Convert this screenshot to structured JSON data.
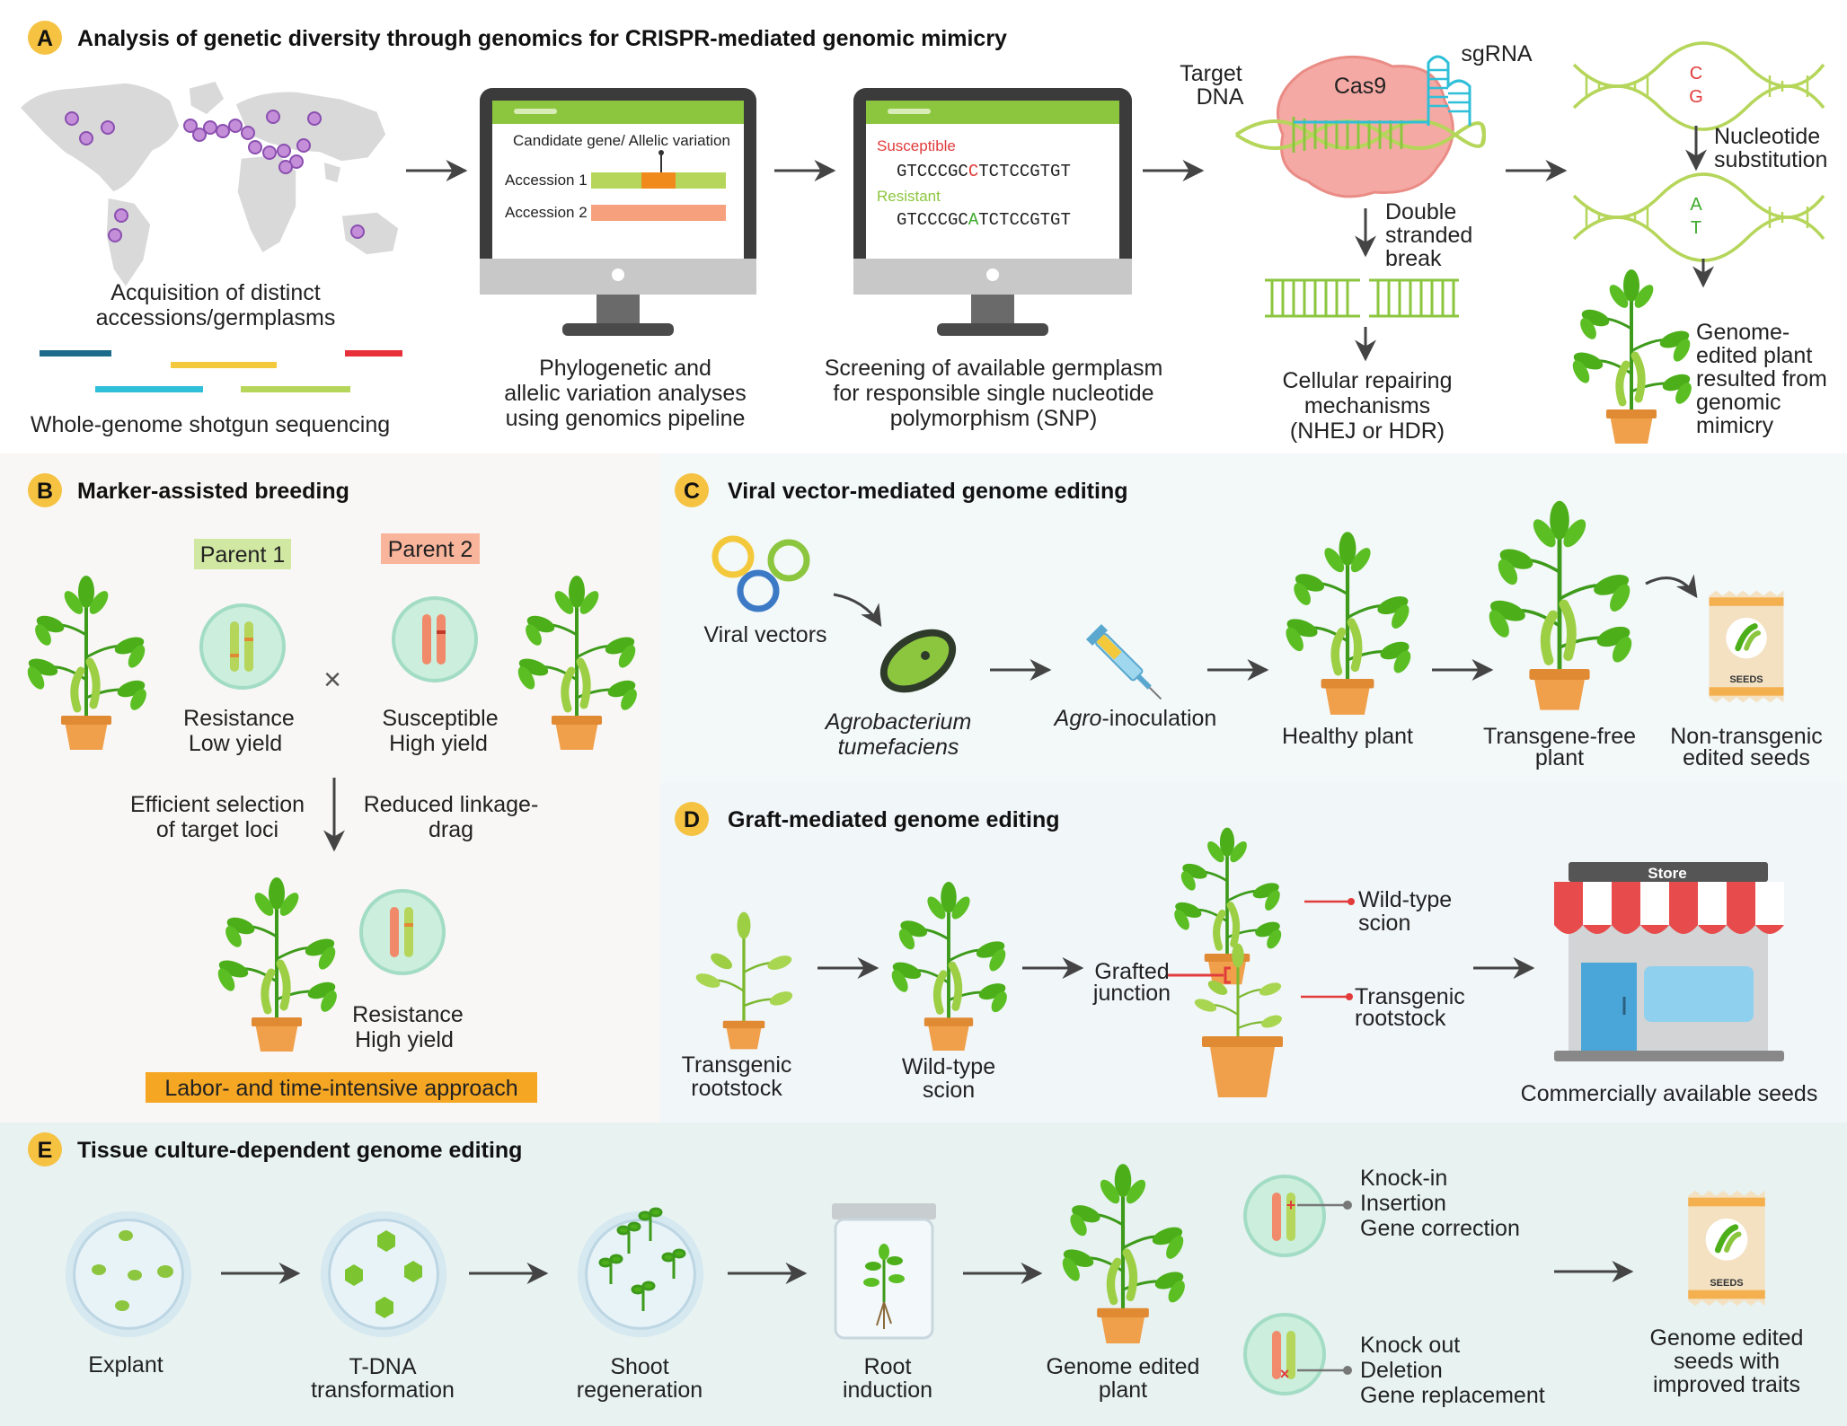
{
  "panels": {
    "a": {
      "badge": "A",
      "title": "Analysis of genetic diversity through genomics for CRISPR-mediated genomic mimicry",
      "accessions_label_1": "Acquisition of distinct",
      "accessions_label_2": "accessions/germplasms",
      "wgs_label": "Whole-genome shotgun sequencing",
      "screen1": {
        "header": "Candidate gene/ Allelic variation",
        "acc1": "Accession 1",
        "acc2": "Accession 2"
      },
      "phylo_1": "Phylogenetic and",
      "phylo_2": "allelic variation analyses",
      "phylo_3": "using genomics pipeline",
      "screen2": {
        "susceptible": "Susceptible",
        "seq_s_pre": "GTCCCGC",
        "seq_s_mid": "C",
        "seq_s_post": "TCTCCGTGT",
        "resistant": "Resistant",
        "seq_r_pre": "GTCCCGC",
        "seq_r_mid": "A",
        "seq_r_post": "TCTCCGTGT"
      },
      "screening_1": "Screening of available germplasm",
      "screening_2": "for responsible single nucleotide",
      "screening_3": "polymorphism (SNP)",
      "target_1": "Target",
      "target_2": "DNA",
      "cas9": "Cas9",
      "sgrna": "sgRNA",
      "dsb_1": "Double",
      "dsb_2": "stranded",
      "dsb_3": "break",
      "repair_1": "Cellular repairing",
      "repair_2": "mechanisms",
      "repair_3": "(NHEJ or HDR)",
      "base_c": "C",
      "base_g": "G",
      "base_a": "A",
      "base_t": "T",
      "nuc_1": "Nucleotide",
      "nuc_2": "substitution",
      "ge_1": "Genome-",
      "ge_2": "edited plant",
      "ge_3": "resulted from",
      "ge_4": "genomic",
      "ge_5": "mimicry"
    },
    "b": {
      "badge": "B",
      "title": "Marker-assisted breeding",
      "parent1": "Parent 1",
      "parent2": "Parent 2",
      "cross": "×",
      "p1_l1": "Resistance",
      "p1_l2": "Low yield",
      "p2_l1": "Susceptible",
      "p2_l2": "High yield",
      "eff_1": "Efficient selection",
      "eff_2": "of target loci",
      "red_1": "Reduced linkage-",
      "red_2": "drag",
      "res_1": "Resistance",
      "res_2": "High yield",
      "banner": "Labor- and time-intensive approach"
    },
    "c": {
      "badge": "C",
      "title": "Viral vector-mediated genome editing",
      "viral": "Viral vectors",
      "agro_1": "Agrobacterium",
      "agro_2": "tumefaciens",
      "agroinoc_i": "Agro",
      "agroinoc_r": "-inoculation",
      "healthy": "Healthy plant",
      "tf_1": "Transgene-free",
      "tf_2": "plant",
      "nt_1": "Non-transgenic",
      "nt_2": "edited seeds",
      "seeds_pkg": "SEEDS"
    },
    "d": {
      "badge": "D",
      "title": "Graft-mediated genome editing",
      "tr_1": "Transgenic",
      "tr_2": "rootstock",
      "ws_1": "Wild-type",
      "ws_2": "scion",
      "gj_1": "Grafted",
      "gj_2": "junction",
      "wt_1": "Wild-type",
      "wt_2": "scion",
      "trr_1": "Transgenic",
      "trr_2": "rootstock",
      "store": "Store",
      "commercial": "Commercially available seeds"
    },
    "e": {
      "badge": "E",
      "title": "Tissue culture-dependent genome editing",
      "explant": "Explant",
      "tdna_1": "T-DNA",
      "tdna_2": "transformation",
      "shoot_1": "Shoot",
      "shoot_2": "regeneration",
      "root_1": "Root",
      "root_2": "induction",
      "gep_1": "Genome edited",
      "gep_2": "plant",
      "ki_1": "Knock-in",
      "ki_2": "Insertion",
      "ki_3": "Gene correction",
      "ko_1": "Knock out",
      "ko_2": "Deletion",
      "ko_3": "Gene replacement",
      "final_1": "Genome edited",
      "final_2": "seeds with",
      "final_3": "improved traits",
      "seeds_pkg": "SEEDS"
    }
  },
  "colors": {
    "badge": "#f5c242",
    "plant": "#4caf1a",
    "plant_light": "#9dcf45",
    "pot": "#f0a04b",
    "acc1_bar": "#b5d65a",
    "acc2_bar": "#f7a07d",
    "susceptible": "#e23b3b",
    "resistant": "#8cc63f",
    "banner": "#f5a623",
    "panel_a": "#ffffff",
    "panel_b": "#f9f7f5",
    "panel_c": "#f3f8f9",
    "panel_d": "#f1f6f9",
    "panel_e": "#e7f2f1"
  }
}
